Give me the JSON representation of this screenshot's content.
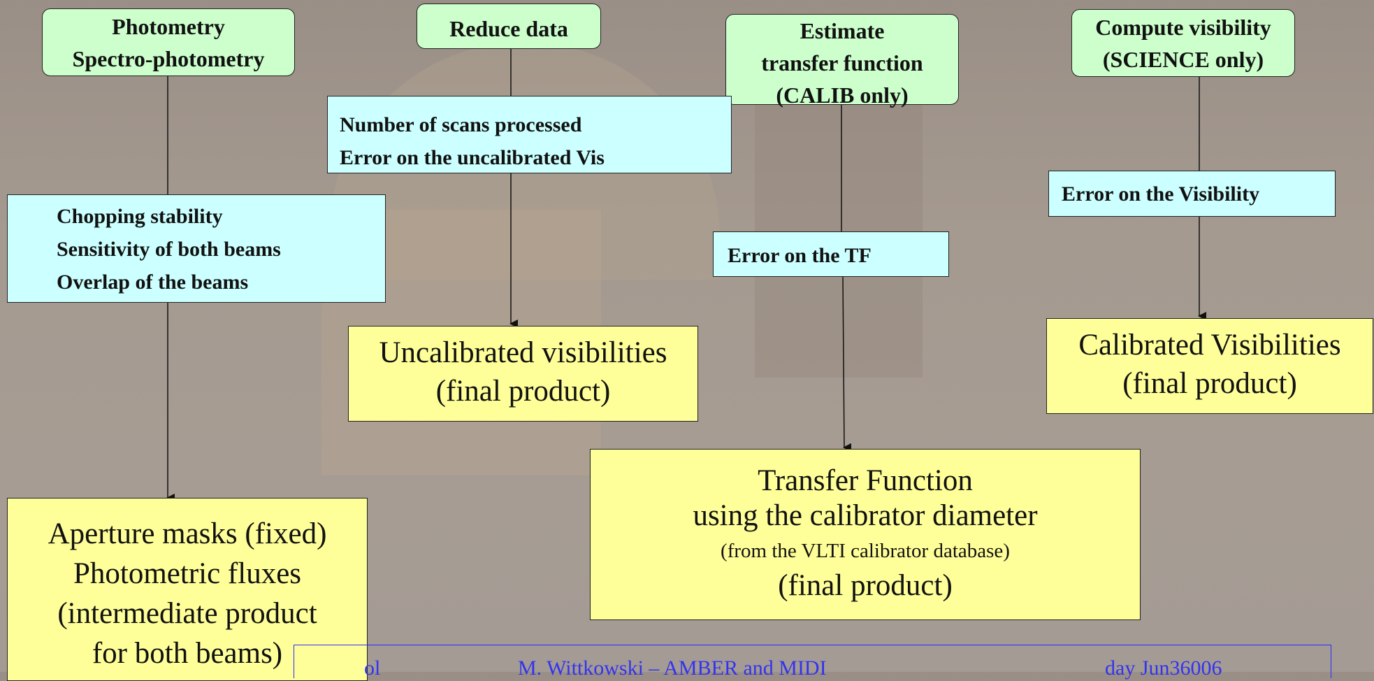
{
  "colors": {
    "green_box": "#ccffcc",
    "cyan_box": "#ccffff",
    "yellow_box": "#ffff99",
    "footer_text": "#3333ee"
  },
  "steps": {
    "photometry": [
      "Photometry",
      "Spectro-photometry"
    ],
    "reduce": [
      "Reduce data"
    ],
    "transfer": [
      "Estimate",
      "transfer function",
      "(CALIB only)"
    ],
    "visibility": [
      "Compute visibility",
      "(SCIENCE only)"
    ]
  },
  "checks": {
    "photometry": [
      "Chopping stability",
      "Sensitivity of both beams",
      "Overlap of the beams"
    ],
    "reduce": [
      "Number of scans processed",
      "Error on the uncalibrated Vis"
    ],
    "transfer": [
      "Error on the TF"
    ],
    "visibility": [
      "Error on the Visibility"
    ]
  },
  "products": {
    "photometry": [
      "Aperture masks (fixed)",
      "Photometric fluxes",
      "(intermediate product",
      "for both beams)"
    ],
    "reduce": [
      "Uncalibrated visibilities",
      "(final product)"
    ],
    "transfer": [
      "Transfer Function",
      "using the calibrator diameter",
      "(from the VLTI calibrator database)",
      "(final product)"
    ],
    "visibility": [
      "Calibrated Visibilities",
      "(final product)"
    ]
  },
  "footer": {
    "left": "ol",
    "center": "M. Wittkowski – AMBER and MIDI",
    "right": "day Jun36006"
  }
}
